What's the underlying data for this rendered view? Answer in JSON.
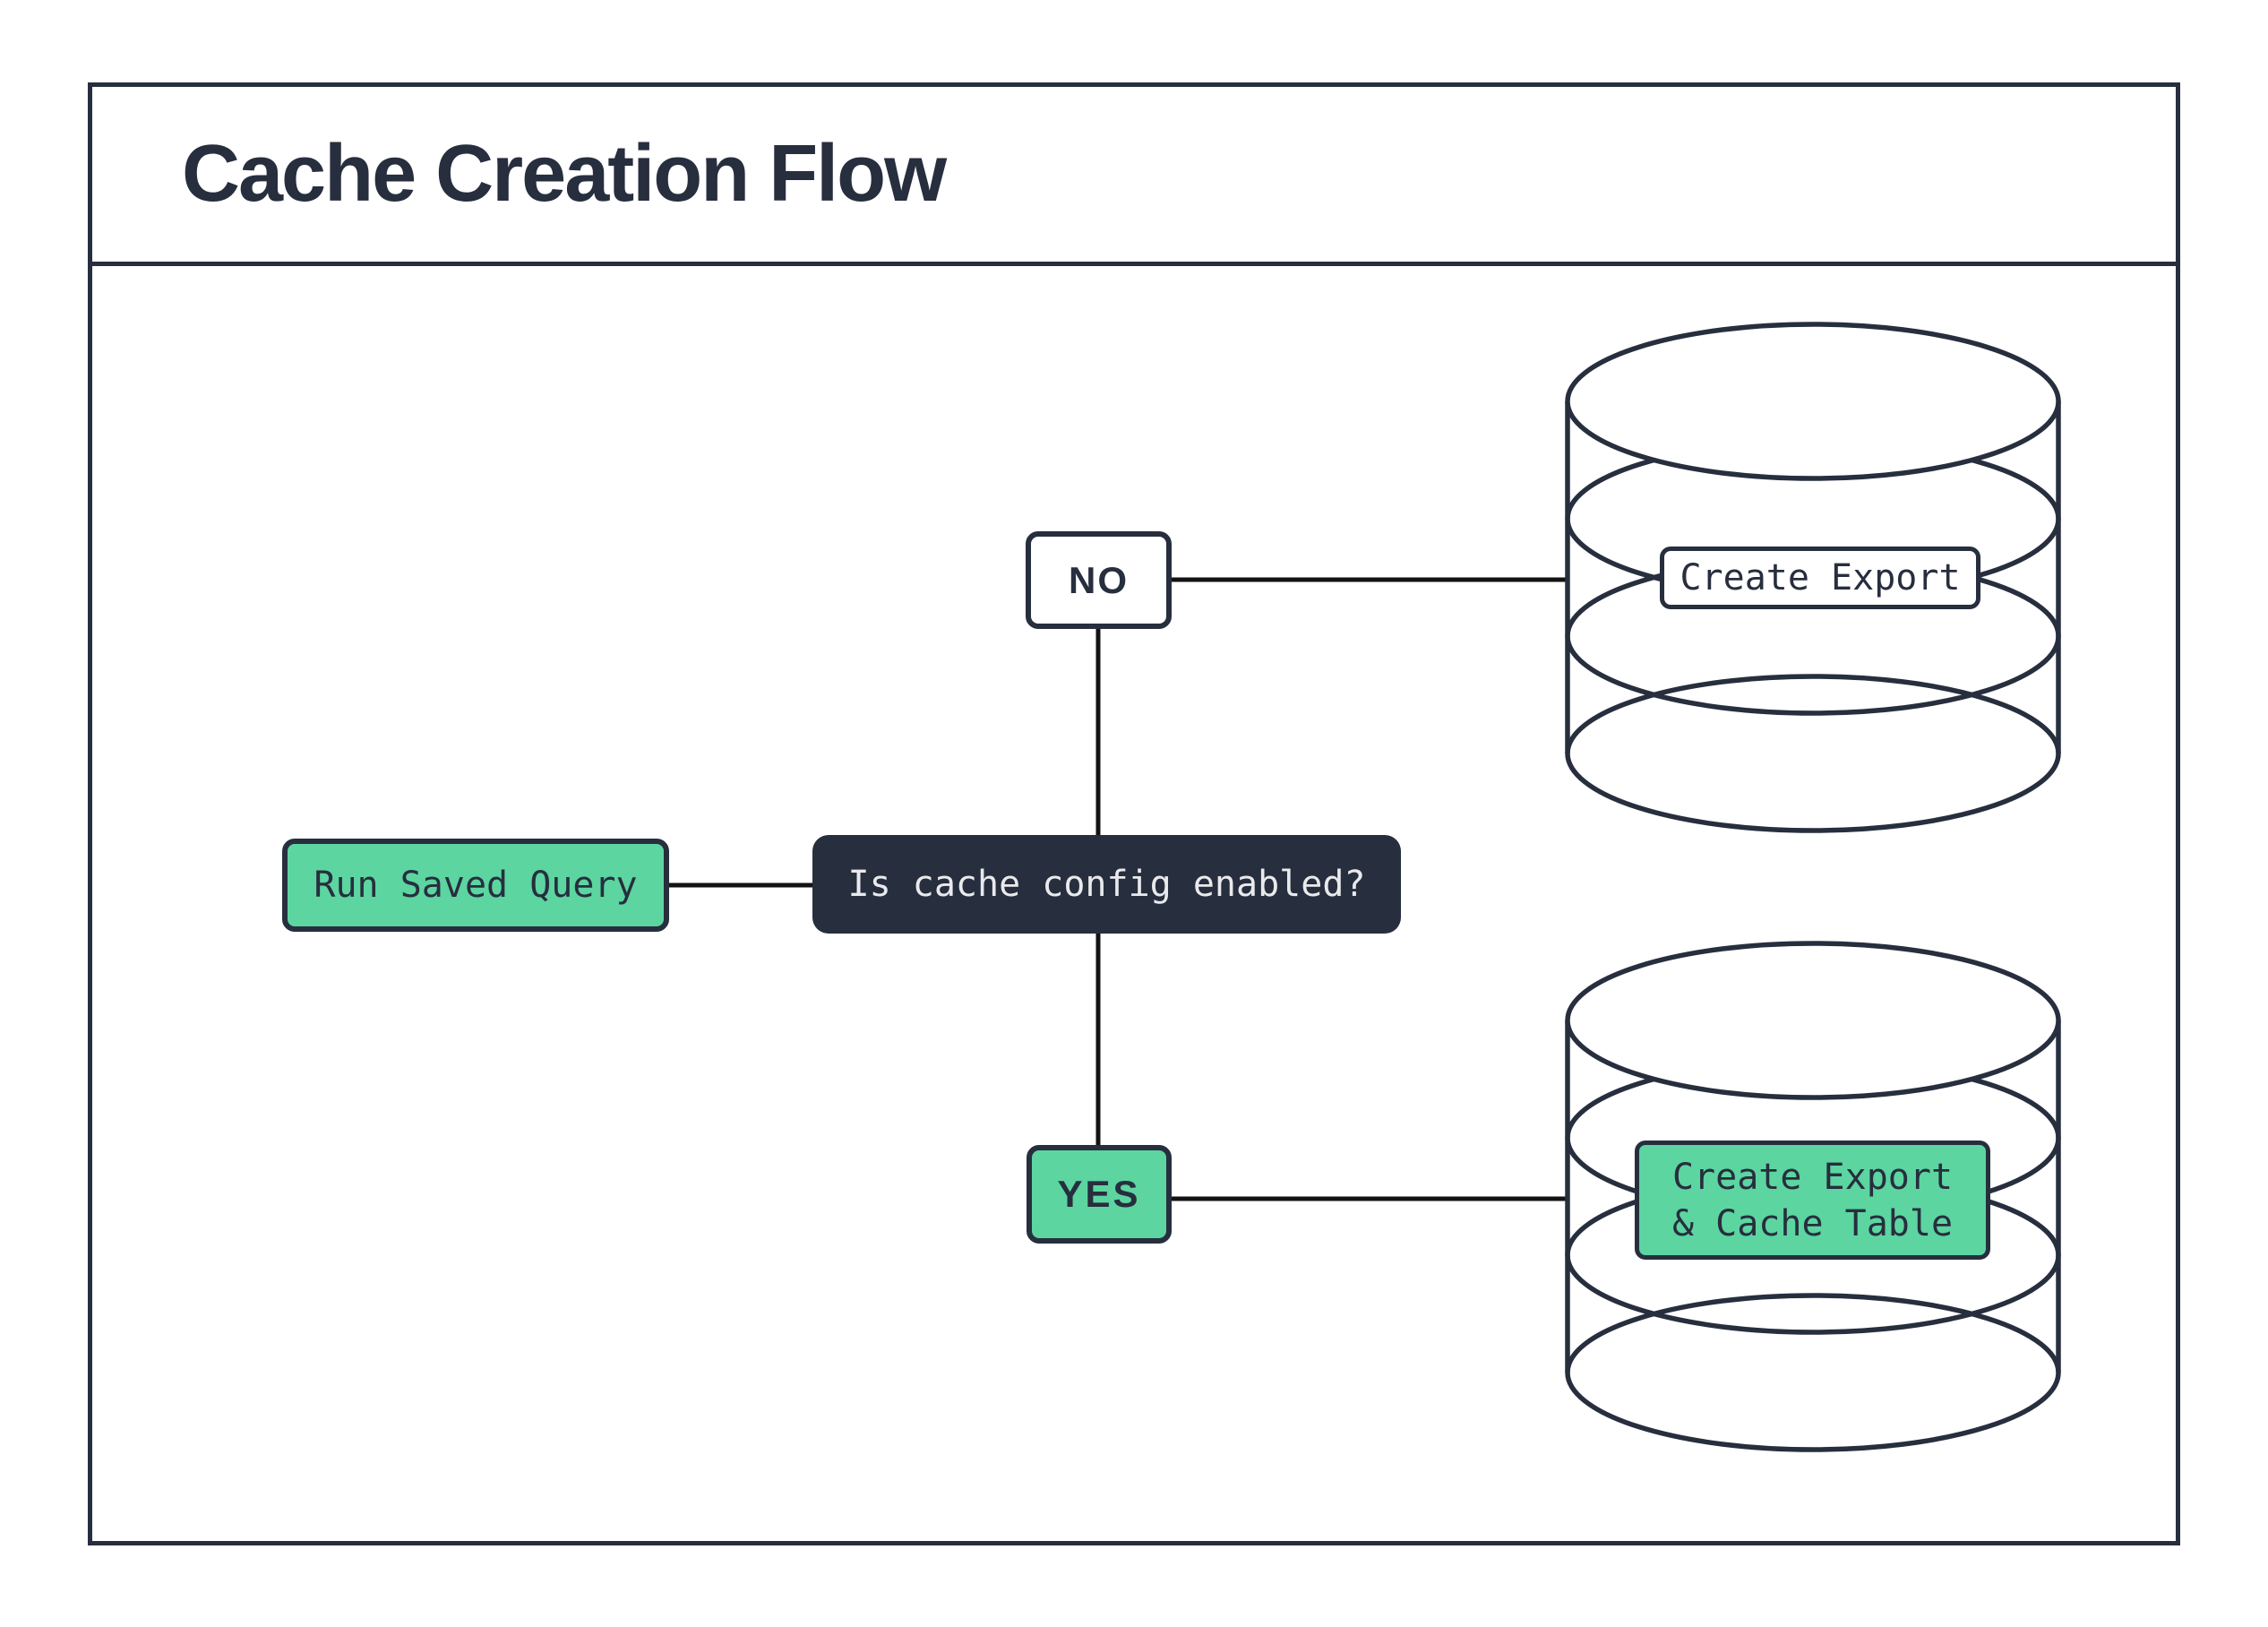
{
  "title": "Cache Creation Flow",
  "flow": {
    "start": {
      "label": "Run Saved Query"
    },
    "decision": {
      "label": "Is cache config enabled?"
    },
    "branches": {
      "no": {
        "label": "NO",
        "result": {
          "label": "Create Export"
        }
      },
      "yes": {
        "label": "YES",
        "result": {
          "line1": "Create Export",
          "line2": "& Cache Table"
        }
      }
    }
  },
  "icons": {
    "no_branch_target": "database-icon",
    "yes_branch_target": "database-icon"
  },
  "colors": {
    "dark_navy": "#272E3E",
    "green": "#5CD5A0",
    "connector_black": "#131313",
    "light_text": "#E9EAEC",
    "background": "#FFFFFF"
  }
}
